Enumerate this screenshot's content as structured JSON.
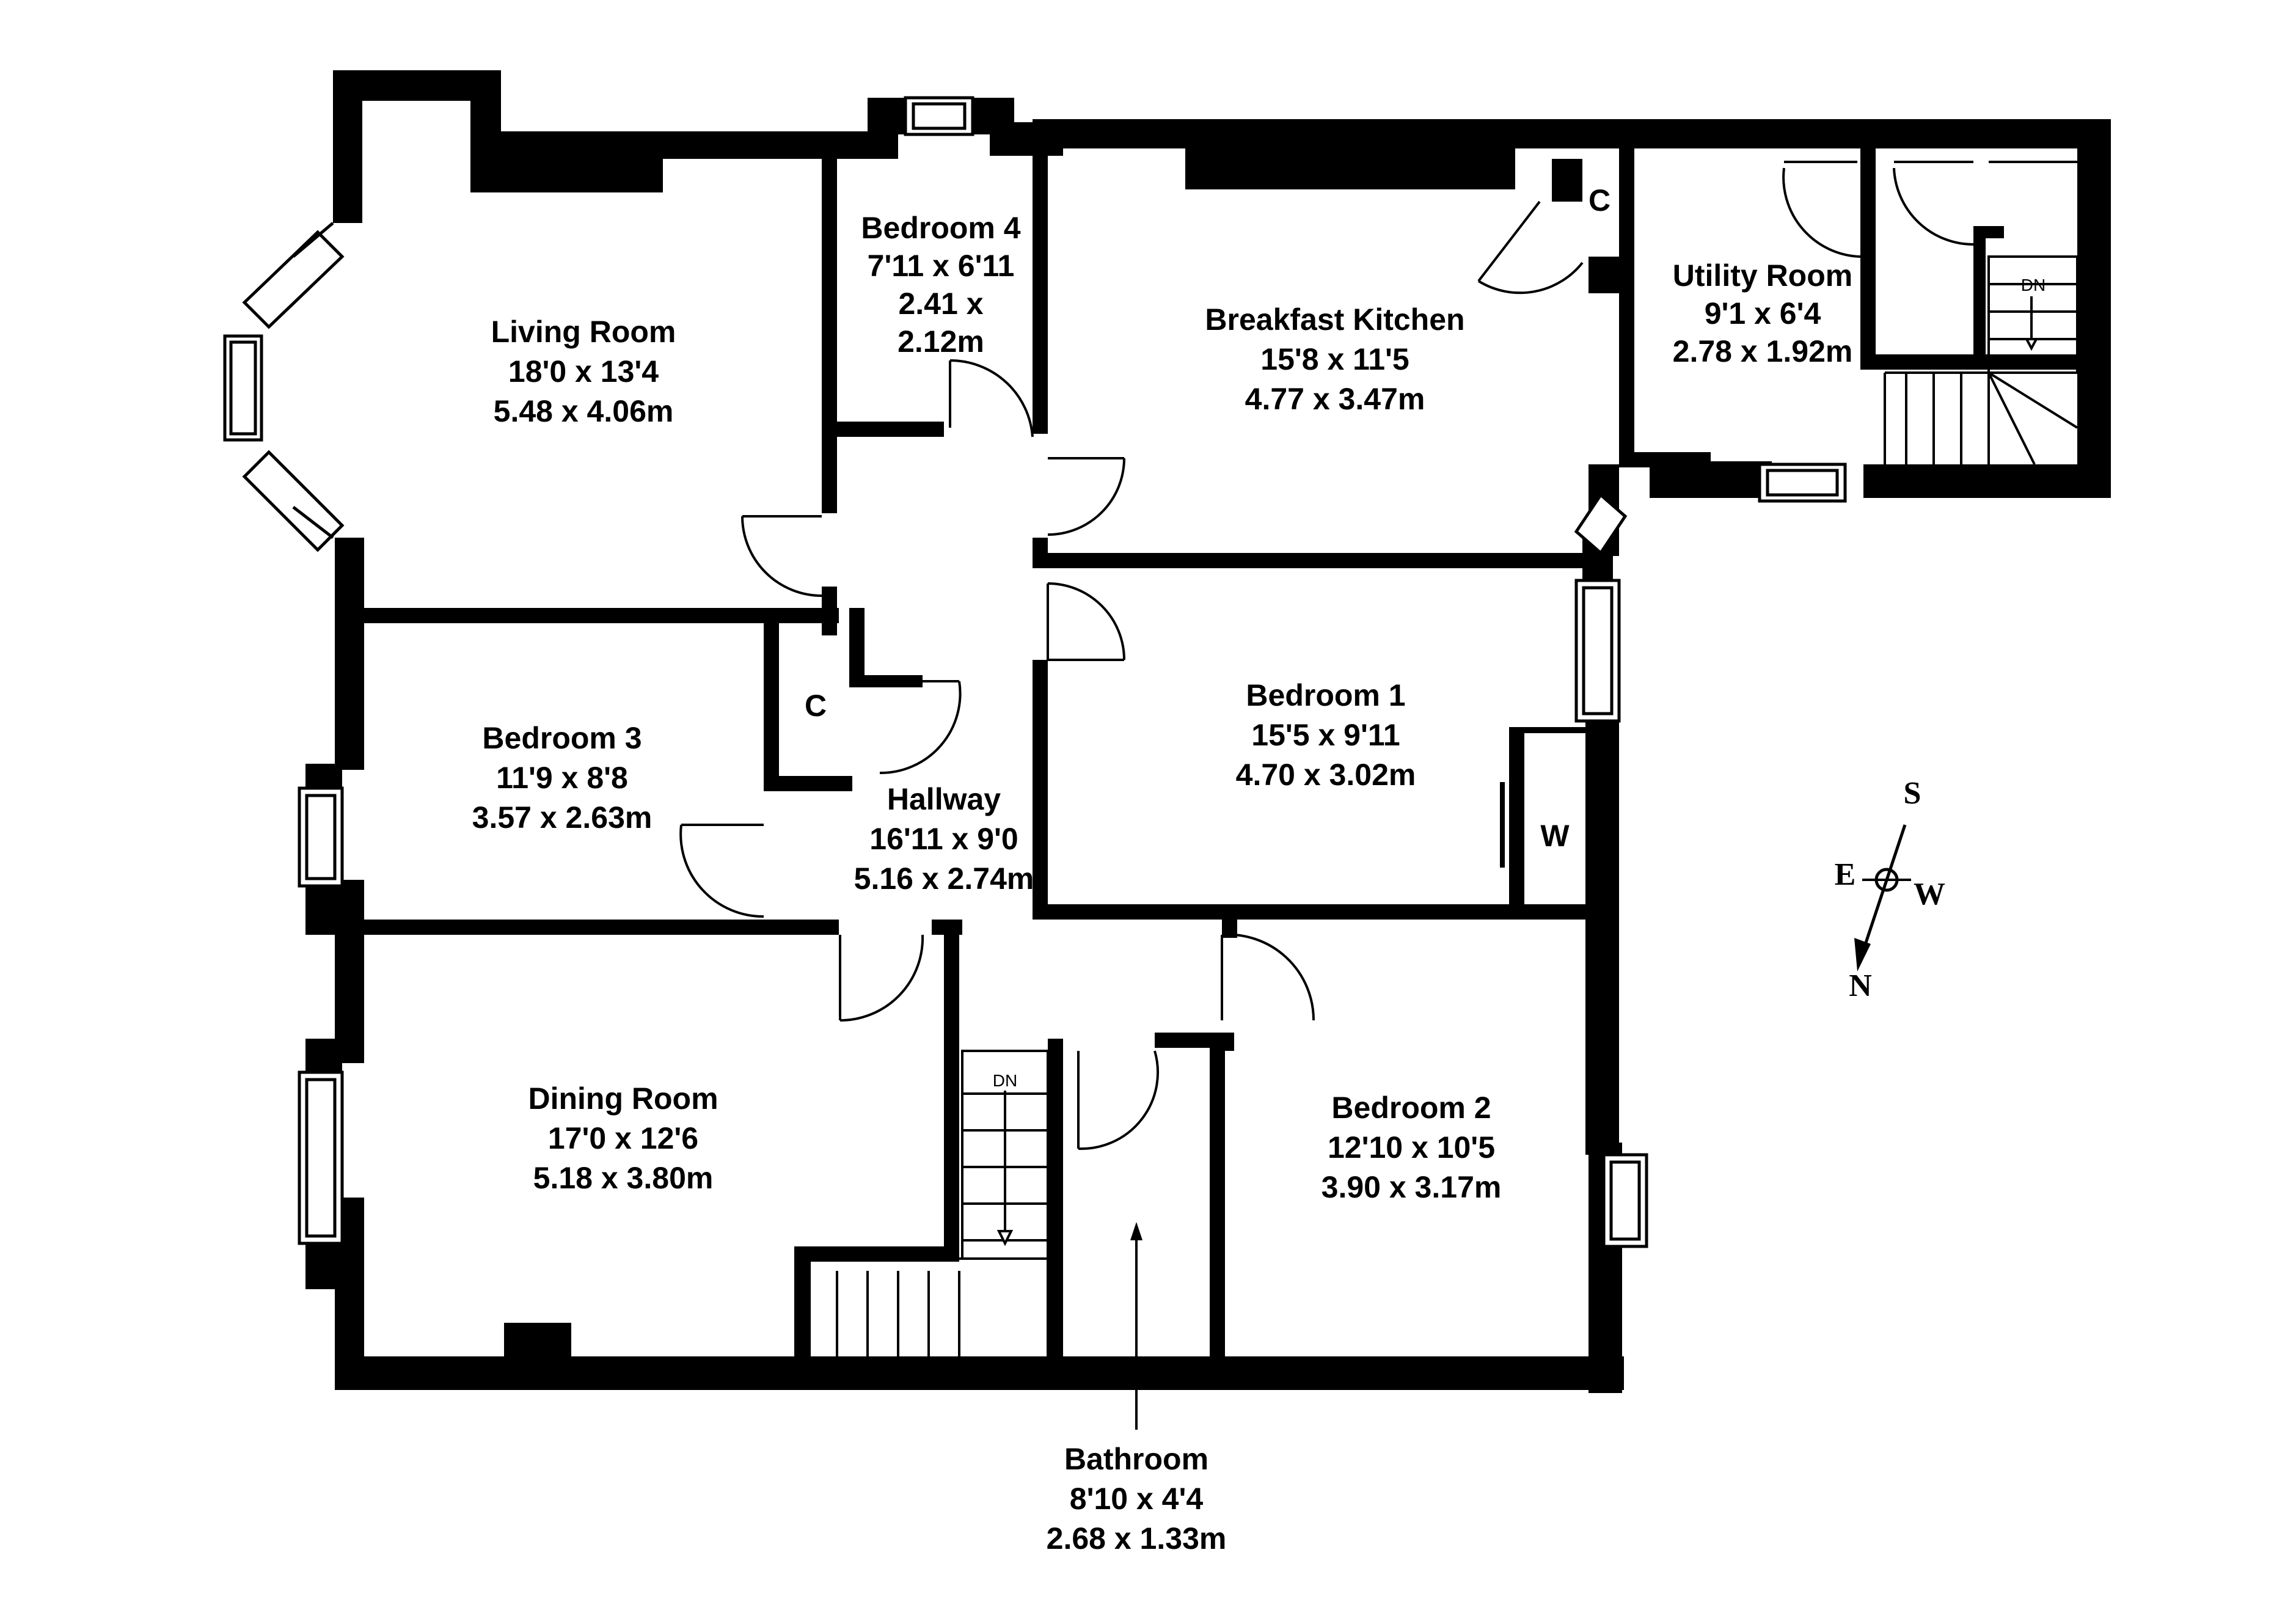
{
  "rooms": {
    "living_room": {
      "name": "Living Room",
      "imperial": "18'0 x 13'4",
      "metric": "5.48 x 4.06m"
    },
    "bedroom_4": {
      "name": "Bedroom 4",
      "imperial": "7'11 x 6'11",
      "metric_line1": "2.41 x",
      "metric_line2": "2.12m"
    },
    "breakfast_kitchen": {
      "name": "Breakfast Kitchen",
      "imperial": "15'8 x 11'5",
      "metric": "4.77 x 3.47m"
    },
    "utility_room": {
      "name": "Utility Room",
      "imperial": "9'1 x 6'4",
      "metric": "2.78 x 1.92m"
    },
    "bedroom_3": {
      "name": "Bedroom 3",
      "imperial": "11'9 x 8'8",
      "metric": "3.57 x 2.63m"
    },
    "hallway": {
      "name": "Hallway",
      "imperial": "16'11 x 9'0",
      "metric": "5.16 x 2.74m"
    },
    "bedroom_1": {
      "name": "Bedroom 1",
      "imperial": "15'5 x 9'11",
      "metric": "4.70 x 3.02m"
    },
    "dining_room": {
      "name": "Dining Room",
      "imperial": "17'0 x 12'6",
      "metric": "5.18 x 3.80m"
    },
    "bedroom_2": {
      "name": "Bedroom 2",
      "imperial": "12'10 x 10'5",
      "metric": "3.90 x 3.17m"
    },
    "bathroom": {
      "name": "Bathroom",
      "imperial": "8'10 x 4'4",
      "metric": "2.68 x 1.33m"
    }
  },
  "markers": {
    "cupboard_kitchen": "C",
    "cupboard_hall": "C",
    "wardrobe": "W",
    "stairs_down_utility": "DN",
    "stairs_down_hall": "DN"
  },
  "compass": {
    "s": "S",
    "e": "E",
    "w": "W",
    "n": "N"
  },
  "colors": {
    "wall": "#000000",
    "background": "#ffffff"
  }
}
